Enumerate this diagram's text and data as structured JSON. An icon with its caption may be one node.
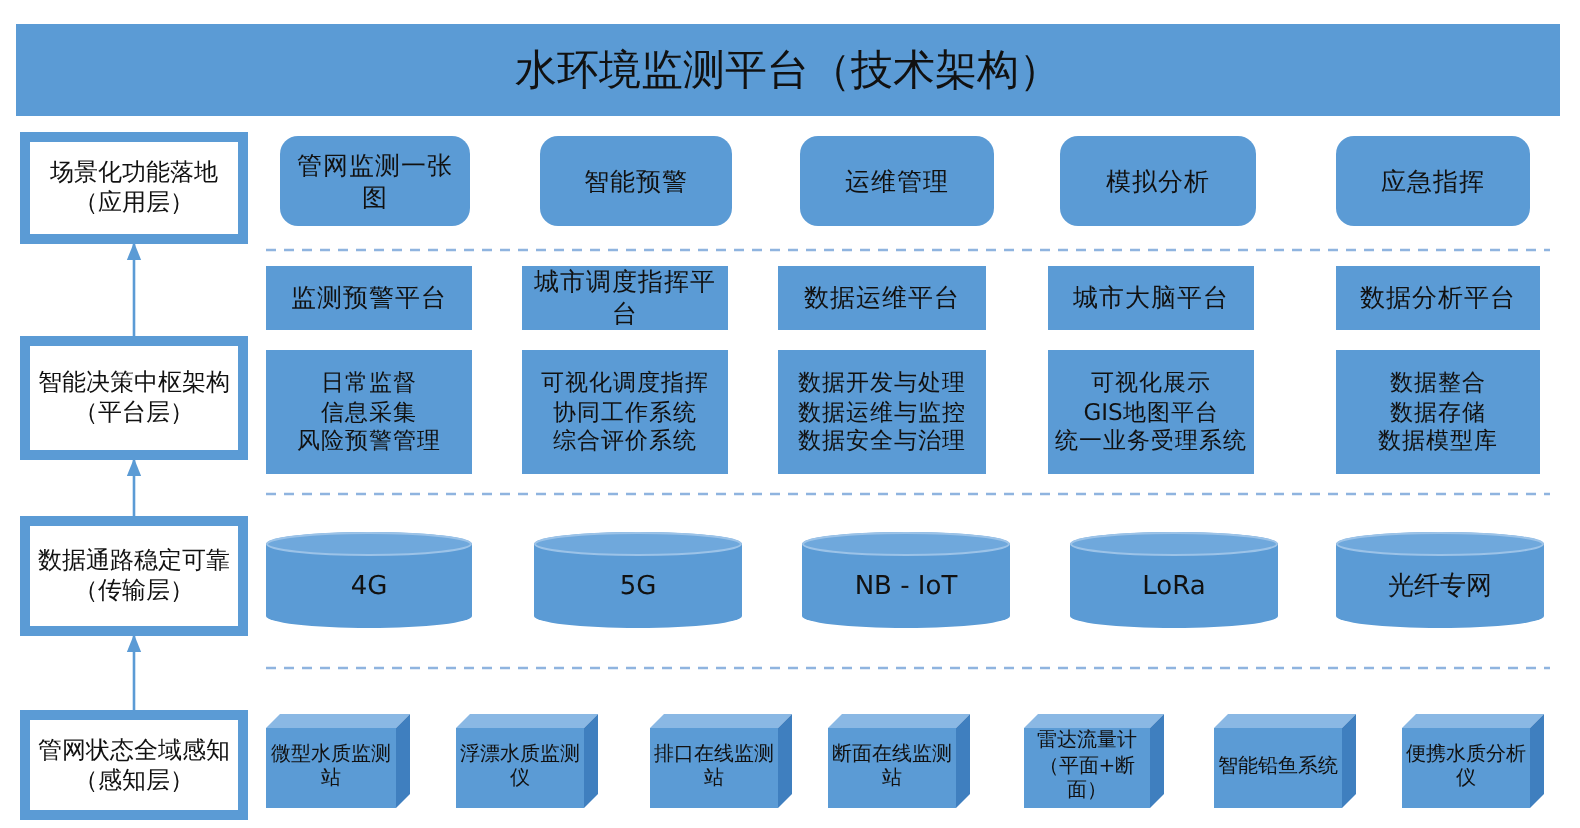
{
  "diagram": {
    "title": "水环境监测平台（技术架构）",
    "nodes": [
      {
        "text": [
          "场景化功能落地（应用层）"
        ]
      },
      {
        "text": [
          "管网监测一张图"
        ]
      },
      {
        "text": [
          "智能预警"
        ]
      },
      {
        "text": [
          "运维管理"
        ]
      },
      {
        "text": [
          "模拟分析"
        ]
      },
      {
        "text": [
          "应急指挥"
        ]
      },
      {
        "text": [
          "智能决策中枢架构（平台层）"
        ]
      },
      {
        "text": [
          "监测预警平台"
        ]
      },
      {
        "text": [
          "城市调度指挥平台"
        ]
      },
      {
        "text": [
          "数据运维平台"
        ]
      },
      {
        "text": [
          "城市大脑平台"
        ]
      },
      {
        "text": [
          "数据分析平台"
        ]
      },
      {
        "text": [
          "日常监督",
          "信息采集",
          "风险预警管理"
        ]
      },
      {
        "text": [
          "可视化调度指挥",
          "协同工作系统",
          "综合评价系统"
        ]
      },
      {
        "text": [
          "数据开发与处理",
          "数据运维与监控",
          "数据安全与治理"
        ]
      },
      {
        "text": [
          "可视化展示",
          "GIS地图平台",
          "统一业务受理系统"
        ]
      },
      {
        "text": [
          "数据整合",
          "数据存储",
          "数据模型库"
        ]
      },
      {
        "text": [
          "数据通路稳定可靠（传输层）"
        ]
      },
      {
        "text": [
          "4G"
        ]
      },
      {
        "text": [
          "5G"
        ]
      },
      {
        "text": [
          "NB - IoT"
        ]
      },
      {
        "text": [
          "LoRa"
        ]
      },
      {
        "text": [
          "光纤专网"
        ]
      },
      {
        "text": [
          "管网状态全域感知（感知层）"
        ]
      },
      {
        "text": [
          "微型水质监测站"
        ]
      },
      {
        "text": [
          "浮漂水质监测仪"
        ]
      },
      {
        "text": [
          "排口在线监测站"
        ]
      },
      {
        "text": [
          "断面在线监测站"
        ]
      },
      {
        "text": [
          "雷达流量计（平面+断面）"
        ]
      },
      {
        "text": [
          "智能铅鱼系统"
        ]
      },
      {
        "text": [
          "便携水质分析仪"
        ]
      }
    ],
    "edges": [
      {
        "from": 23,
        "to": 17,
        "arrow": "to"
      },
      {
        "from": 17,
        "to": 6,
        "arrow": "to"
      },
      {
        "from": 6,
        "to": 0,
        "arrow": "to"
      }
    ]
  }
}
